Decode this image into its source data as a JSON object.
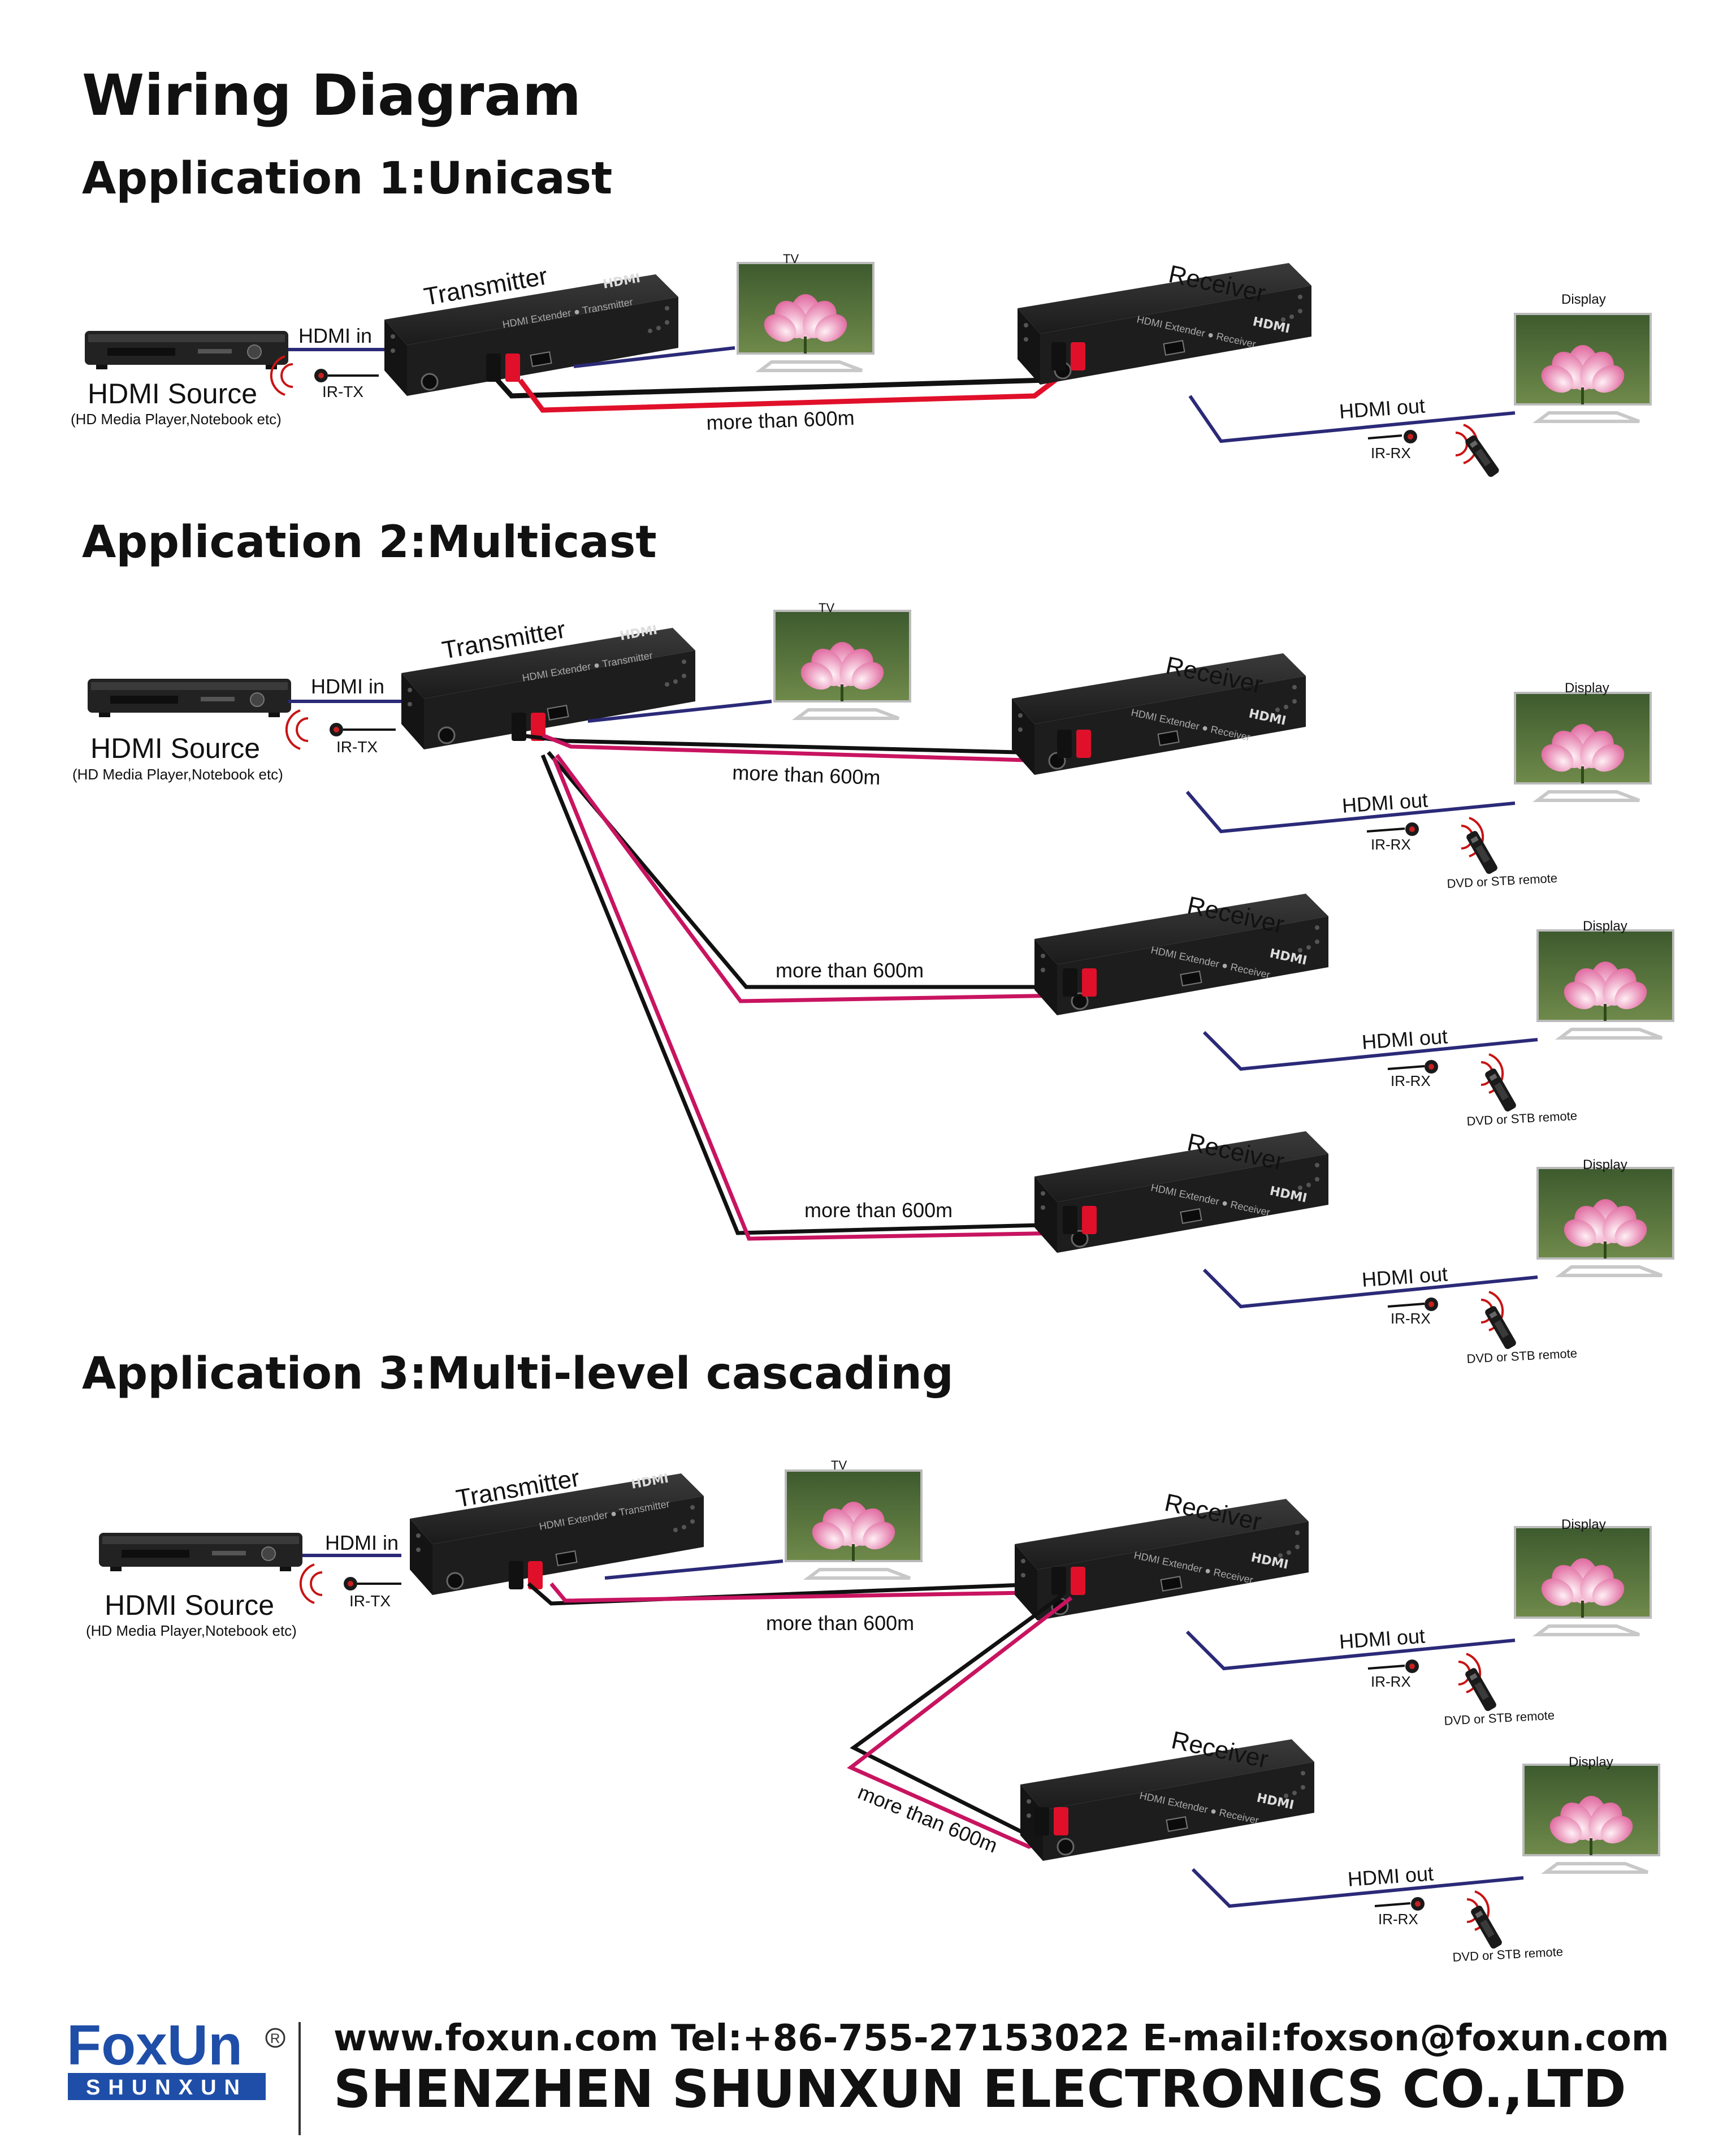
{
  "title": "Wiring Diagram",
  "apps": [
    {
      "heading": "Application 1:Unicast"
    },
    {
      "heading": "Application 2:Multicast"
    },
    {
      "heading": "Application 3:Multi-level cascading"
    }
  ],
  "labels": {
    "transmitter": "Transmitter",
    "receiver": "Receiver",
    "hdmi_in": "HDMI in",
    "hdmi_out": "HDMI out",
    "ir_tx": "IR-TX",
    "ir_rx": "IR-RX",
    "source": "HDMI Source",
    "source_sub": "(HD Media Player,Notebook etc)",
    "tv": "TV",
    "display": "Display",
    "distance": "more than 600m",
    "remote": "DVD or STB remote",
    "tx_face": "HDMI Extender ● Transmitter",
    "rx_face": "HDMI Extender ● Receiver",
    "hdmi_logo": "HDMI"
  },
  "footer": {
    "brand": "FoxUn",
    "brand_sub": "SHUNXUN",
    "registered": "R",
    "contact": "www.foxun.com   Tel:+86-755-27153022   E-mail:foxson@foxun.com",
    "company": "SHENZHEN SHUNXUN ELECTRONICS CO.,LTD"
  },
  "colors": {
    "cable_red": "#e0102a",
    "cable_black": "#111111",
    "cable_pink": "#c81460",
    "hdmi_line": "#2b2a78",
    "device": "#222222",
    "brand_blue": "#1f4ea8"
  }
}
